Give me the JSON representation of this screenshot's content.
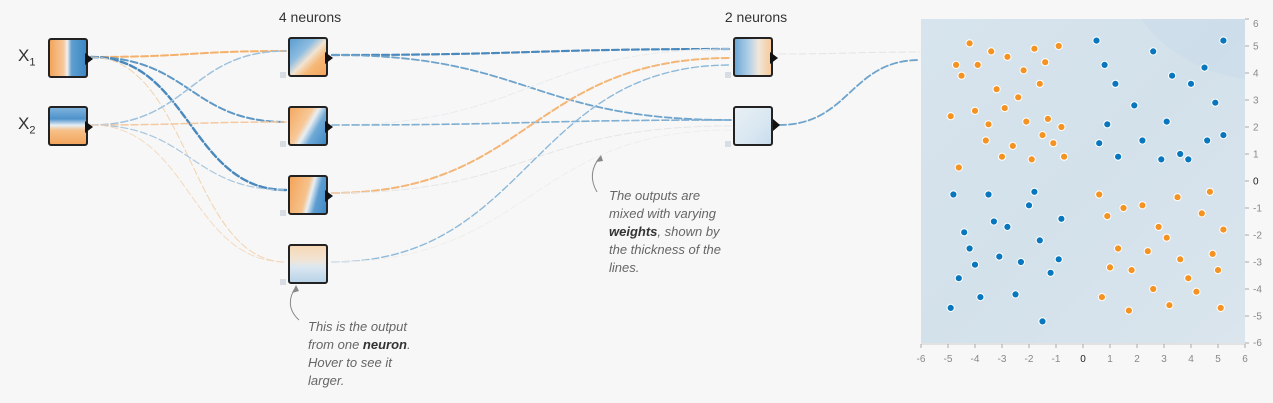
{
  "layers": {
    "hidden1": {
      "label": "4 neurons"
    },
    "hidden2": {
      "label": "2 neurons"
    }
  },
  "features": [
    {
      "name": "X",
      "sub": "1"
    },
    {
      "name": "X",
      "sub": "2"
    }
  ],
  "annotations": {
    "neuron": {
      "pre": "This is the output from one ",
      "bold": "neuron",
      "post": ". Hover to see it larger."
    },
    "weights": {
      "pre": "The outputs are mixed with varying ",
      "bold": "weights",
      "post": ", shown by the thickness of the lines."
    }
  },
  "colors": {
    "positive": "#f59322",
    "negative": "#0877bd",
    "plot_bg": "#d5e3ec"
  },
  "output_plot": {
    "x_ticks": [
      "-6",
      "-5",
      "-4",
      "-3",
      "-2",
      "-1",
      "0",
      "1",
      "2",
      "3",
      "4",
      "5",
      "6"
    ],
    "y_ticks": [
      "6",
      "5",
      "4",
      "3",
      "2",
      "1",
      "0",
      "-1",
      "-2",
      "-3",
      "-4",
      "-5",
      "-6"
    ],
    "xlim": [
      -6,
      6
    ],
    "ylim": [
      -6,
      6
    ],
    "points": [
      {
        "x": -4.9,
        "y": 2.4,
        "c": "o"
      },
      {
        "x": -4.7,
        "y": 4.3,
        "c": "o"
      },
      {
        "x": -4.5,
        "y": 3.9,
        "c": "o"
      },
      {
        "x": -4.2,
        "y": 5.1,
        "c": "o"
      },
      {
        "x": -3.9,
        "y": 4.3,
        "c": "o"
      },
      {
        "x": -3.5,
        "y": 2.1,
        "c": "o"
      },
      {
        "x": -3.2,
        "y": 3.4,
        "c": "o"
      },
      {
        "x": -2.8,
        "y": 4.6,
        "c": "o"
      },
      {
        "x": -2.4,
        "y": 3.1,
        "c": "o"
      },
      {
        "x": -2.1,
        "y": 2.2,
        "c": "o"
      },
      {
        "x": -1.8,
        "y": 4.9,
        "c": "o"
      },
      {
        "x": -1.6,
        "y": 3.6,
        "c": "o"
      },
      {
        "x": -1.3,
        "y": 2.3,
        "c": "o"
      },
      {
        "x": -1.1,
        "y": 1.4,
        "c": "o"
      },
      {
        "x": -0.9,
        "y": 5.0,
        "c": "o"
      },
      {
        "x": -0.7,
        "y": 0.9,
        "c": "o"
      },
      {
        "x": -3.6,
        "y": 1.5,
        "c": "o"
      },
      {
        "x": -2.6,
        "y": 1.3,
        "c": "o"
      },
      {
        "x": -1.9,
        "y": 0.8,
        "c": "o"
      },
      {
        "x": -4.6,
        "y": 0.5,
        "c": "o"
      },
      {
        "x": -3.0,
        "y": 0.9,
        "c": "o"
      },
      {
        "x": -2.2,
        "y": 4.1,
        "c": "o"
      },
      {
        "x": -1.4,
        "y": 4.4,
        "c": "o"
      },
      {
        "x": -4.0,
        "y": 2.6,
        "c": "o"
      },
      {
        "x": -0.8,
        "y": 2.0,
        "c": "o"
      },
      {
        "x": -1.5,
        "y": 1.7,
        "c": "o"
      },
      {
        "x": -2.9,
        "y": 2.7,
        "c": "o"
      },
      {
        "x": -3.4,
        "y": 4.8,
        "c": "o"
      },
      {
        "x": 0.5,
        "y": 5.2,
        "c": "b"
      },
      {
        "x": 0.8,
        "y": 4.3,
        "c": "b"
      },
      {
        "x": 1.2,
        "y": 3.6,
        "c": "b"
      },
      {
        "x": 1.9,
        "y": 2.8,
        "c": "b"
      },
      {
        "x": 2.6,
        "y": 4.8,
        "c": "b"
      },
      {
        "x": 3.1,
        "y": 2.2,
        "c": "b"
      },
      {
        "x": 3.6,
        "y": 1.0,
        "c": "b"
      },
      {
        "x": 4.0,
        "y": 3.6,
        "c": "b"
      },
      {
        "x": 4.5,
        "y": 4.2,
        "c": "b"
      },
      {
        "x": 4.9,
        "y": 2.9,
        "c": "b"
      },
      {
        "x": 5.2,
        "y": 1.7,
        "c": "b"
      },
      {
        "x": 5.2,
        "y": 5.2,
        "c": "b"
      },
      {
        "x": 0.6,
        "y": 1.4,
        "c": "b"
      },
      {
        "x": 1.3,
        "y": 0.9,
        "c": "b"
      },
      {
        "x": 2.2,
        "y": 1.5,
        "c": "b"
      },
      {
        "x": 2.9,
        "y": 0.8,
        "c": "b"
      },
      {
        "x": 3.9,
        "y": 0.8,
        "c": "b"
      },
      {
        "x": 4.6,
        "y": 1.5,
        "c": "b"
      },
      {
        "x": 3.3,
        "y": 3.9,
        "c": "b"
      },
      {
        "x": 0.9,
        "y": 2.1,
        "c": "b"
      },
      {
        "x": -4.8,
        "y": -0.5,
        "c": "b"
      },
      {
        "x": -4.4,
        "y": -1.9,
        "c": "b"
      },
      {
        "x": -4.0,
        "y": -3.1,
        "c": "b"
      },
      {
        "x": -3.5,
        "y": -0.5,
        "c": "b"
      },
      {
        "x": -3.1,
        "y": -2.8,
        "c": "b"
      },
      {
        "x": -2.5,
        "y": -4.2,
        "c": "b"
      },
      {
        "x": -2.0,
        "y": -0.9,
        "c": "b"
      },
      {
        "x": -1.6,
        "y": -2.2,
        "c": "b"
      },
      {
        "x": -1.2,
        "y": -3.4,
        "c": "b"
      },
      {
        "x": -0.8,
        "y": -1.4,
        "c": "b"
      },
      {
        "x": -4.9,
        "y": -4.7,
        "c": "b"
      },
      {
        "x": -3.8,
        "y": -4.3,
        "c": "b"
      },
      {
        "x": -2.8,
        "y": -1.7,
        "c": "b"
      },
      {
        "x": -1.5,
        "y": -5.2,
        "c": "b"
      },
      {
        "x": -4.2,
        "y": -2.5,
        "c": "b"
      },
      {
        "x": -0.9,
        "y": -2.9,
        "c": "b"
      },
      {
        "x": -2.3,
        "y": -3.0,
        "c": "b"
      },
      {
        "x": -3.3,
        "y": -1.5,
        "c": "b"
      },
      {
        "x": -1.8,
        "y": -0.4,
        "c": "b"
      },
      {
        "x": -4.6,
        "y": -3.6,
        "c": "b"
      },
      {
        "x": 0.6,
        "y": -0.5,
        "c": "o"
      },
      {
        "x": 0.9,
        "y": -1.3,
        "c": "o"
      },
      {
        "x": 1.3,
        "y": -2.5,
        "c": "o"
      },
      {
        "x": 1.8,
        "y": -3.3,
        "c": "o"
      },
      {
        "x": 2.2,
        "y": -0.9,
        "c": "o"
      },
      {
        "x": 2.6,
        "y": -4.0,
        "c": "o"
      },
      {
        "x": 3.1,
        "y": -2.1,
        "c": "o"
      },
      {
        "x": 3.5,
        "y": -0.6,
        "c": "o"
      },
      {
        "x": 3.9,
        "y": -3.6,
        "c": "o"
      },
      {
        "x": 4.4,
        "y": -1.2,
        "c": "o"
      },
      {
        "x": 4.8,
        "y": -2.7,
        "c": "o"
      },
      {
        "x": 5.1,
        "y": -4.7,
        "c": "o"
      },
      {
        "x": 0.7,
        "y": -4.3,
        "c": "o"
      },
      {
        "x": 1.7,
        "y": -4.8,
        "c": "o"
      },
      {
        "x": 2.8,
        "y": -1.7,
        "c": "o"
      },
      {
        "x": 3.6,
        "y": -2.9,
        "c": "o"
      },
      {
        "x": 4.2,
        "y": -4.1,
        "c": "o"
      },
      {
        "x": 5.2,
        "y": -1.8,
        "c": "o"
      },
      {
        "x": 1.0,
        "y": -3.2,
        "c": "o"
      },
      {
        "x": 2.4,
        "y": -2.6,
        "c": "o"
      },
      {
        "x": 3.2,
        "y": -4.6,
        "c": "o"
      },
      {
        "x": 4.7,
        "y": -0.4,
        "c": "o"
      },
      {
        "x": 1.5,
        "y": -1.0,
        "c": "o"
      },
      {
        "x": 5.0,
        "y": -3.3,
        "c": "o"
      }
    ]
  }
}
